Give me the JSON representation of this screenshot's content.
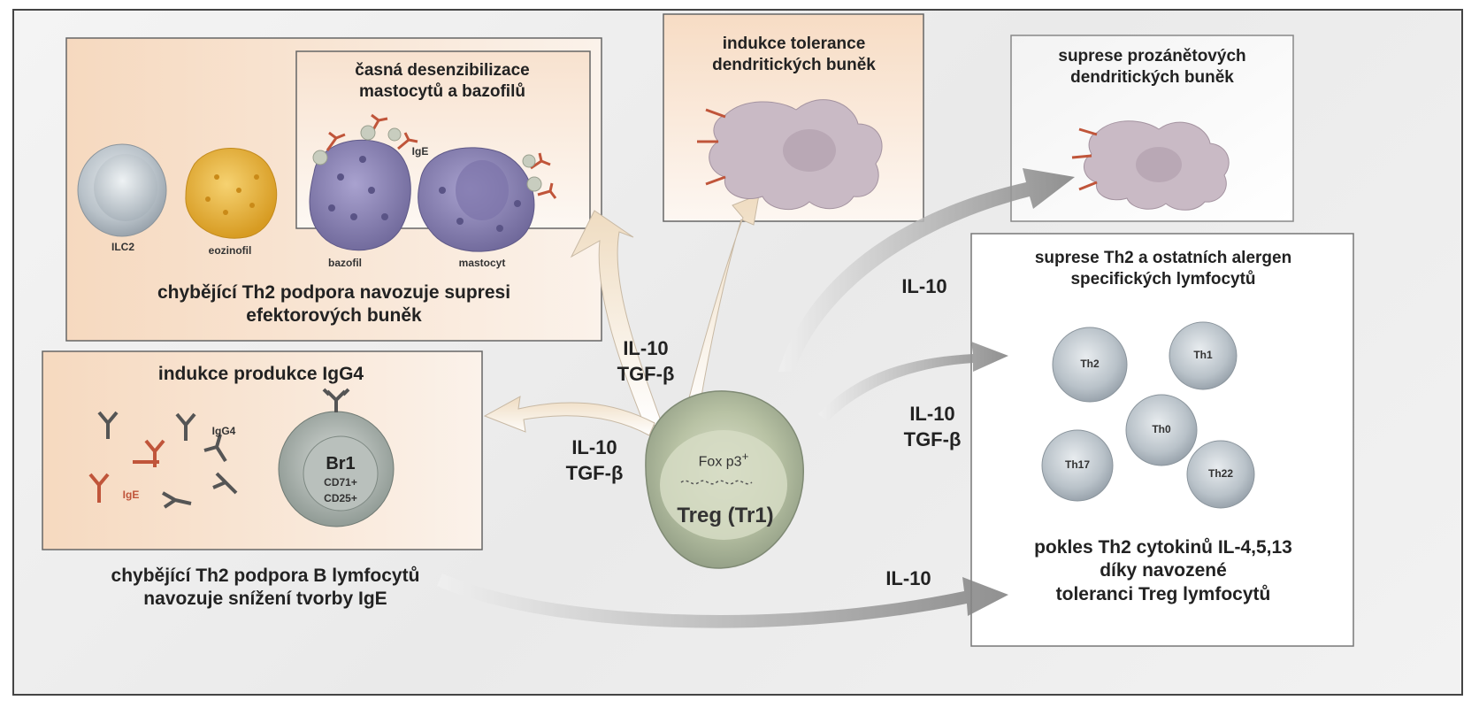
{
  "panels": {
    "effector": {
      "inner_title": "časná desenzibilizace\nmastocytů a bazofilů",
      "cell_ilc2": "ILC2",
      "cell_eos": "eozinofil",
      "cell_baso": "bazofil",
      "cell_mast": "mastocyt",
      "ige": "IgE",
      "caption": "chybějící Th2 podpora navozuje supresi\nefektorových buněk"
    },
    "tolerance_dc": {
      "title": "indukce tolerance\ndendritických buněk"
    },
    "suppress_dc": {
      "title": "suprese prozánětových\ndendritických buněk"
    },
    "igg4": {
      "title": "indukce produkce IgG4",
      "igg4_label": "IgG4",
      "ige_label": "IgE",
      "br1_title": "Br1",
      "br1_marker1": "CD71+",
      "br1_marker2": "CD25+",
      "caption": "chybějící Th2 podpora  B lymfocytů\nnavozuje snížení tvorby IgE"
    },
    "th": {
      "title": "suprese Th2 a ostatních alergen\nspecifických lymfocytů",
      "cells": [
        "Th2",
        "Th1",
        "Th0",
        "Th17",
        "Th22"
      ],
      "caption": "pokles Th2 cytokinů IL-4,5,13\ndíky navozené\ntoleranci Treg lymfocytů"
    }
  },
  "treg": {
    "foxp3": "Fox p3",
    "foxp3_sup": "+",
    "name": "Treg (Tr1)"
  },
  "cytokines": {
    "top_center": "IL-10\nTGF-β",
    "left_center": "IL-10\nTGF-β",
    "right_top": "IL-10",
    "right_mid": "IL-10\nTGF-β",
    "bottom": "IL-10"
  },
  "colors": {
    "panel_warm": "#f6dcc4",
    "arrow_cream": "#f3e6d3",
    "arrow_gray": "#8a8a8a",
    "dc_fill": "#c7b8c3",
    "mast_fill": "#8e86b8",
    "eos_fill": "#e4b43c",
    "treg_fill": "#a9b69a",
    "ige_red": "#c0553a"
  }
}
